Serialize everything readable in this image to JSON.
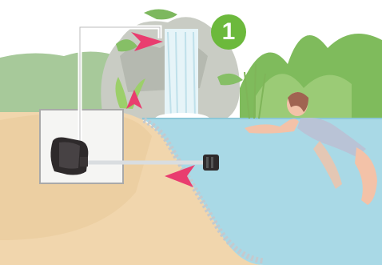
{
  "step": {
    "number": "1"
  },
  "colors": {
    "sky": "#ffffff",
    "water": "#a9d9e6",
    "sand": "#f1d6ad",
    "rock": "#c3c6bf",
    "foliage": "#78b85a",
    "arrow": "#e93d6f",
    "badge": "#6cb93c",
    "pipe": "#ffffff",
    "pump": "#2e2a2b",
    "swimsuit": "#b9c3d6",
    "skin": "#f3c2a8"
  },
  "icons": [
    "pump-icon",
    "pipe",
    "waterfall",
    "swimmer",
    "flow-arrow"
  ]
}
